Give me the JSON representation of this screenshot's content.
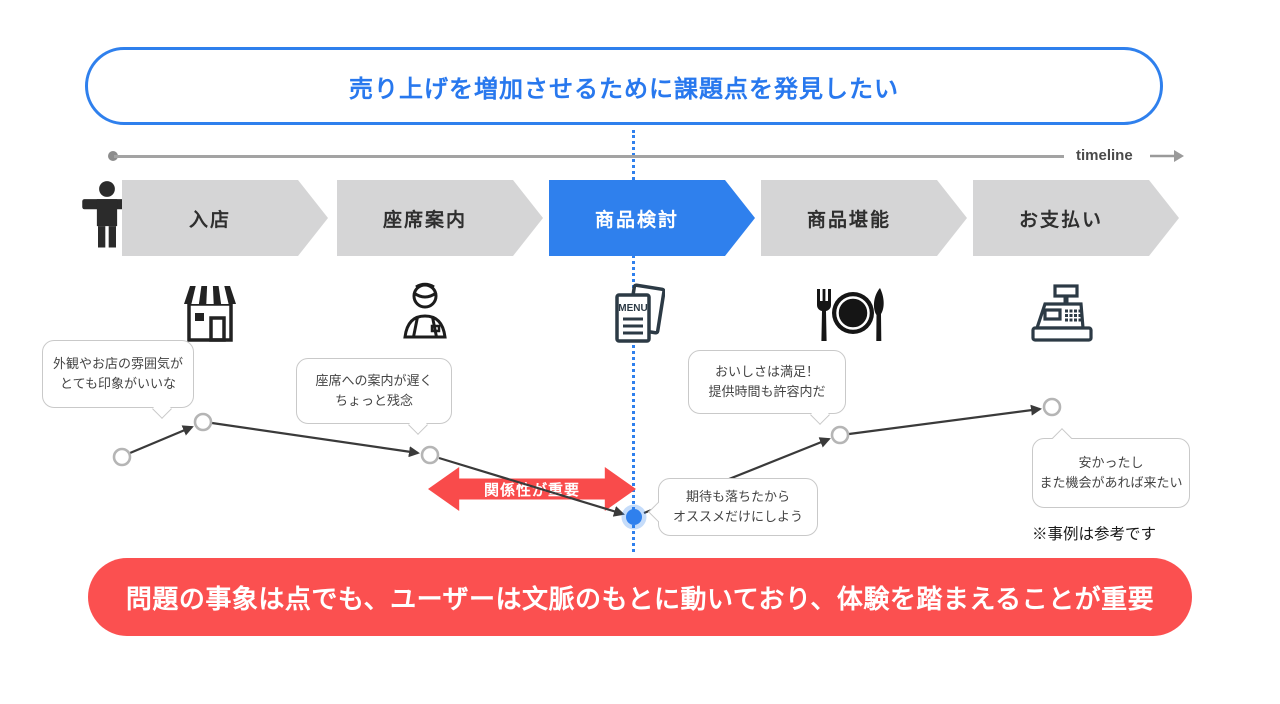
{
  "goal_banner": {
    "text": "売り上げを増加させるために課題点を発見したい",
    "accent_color": "#2f80ed"
  },
  "timeline": {
    "label": "timeline",
    "arrow_icon": "arrow-right-icon"
  },
  "persona_icon": "person-icon",
  "stages": [
    {
      "label": "入店",
      "icon": "storefront-icon",
      "active": false
    },
    {
      "label": "座席案内",
      "icon": "waiter-icon",
      "active": false
    },
    {
      "label": "商品検討",
      "icon": "menu-icon",
      "active": true
    },
    {
      "label": "商品堪能",
      "icon": "restaurant-icon",
      "active": false
    },
    {
      "label": "お支払い",
      "icon": "cash-register-icon",
      "active": false
    }
  ],
  "journey": {
    "comments": [
      {
        "stage": "入店",
        "text": "外観やお店の雰囲気が\nとても印象がいいな"
      },
      {
        "stage": "座席案内",
        "text": "座席への案内が遅く\nちょっと残念"
      },
      {
        "stage": "商品堪能",
        "text": "おいしさは満足！\n提供時間も許容内だ"
      },
      {
        "stage": "商品検討",
        "text": "期待も落ちたから\nオススメだけにしよう"
      },
      {
        "stage": "お支払い",
        "text": "安かったし\nまた機会があれば来たい"
      }
    ],
    "highlighted_stage": "商品検討",
    "node_color": "#ffffff",
    "highlight_node_color": "#2f80ed"
  },
  "relationship_arrow": {
    "label": "関係性が重要",
    "color": "#f94b4b"
  },
  "note": {
    "text": "※事例は参考です"
  },
  "conclusion_banner": {
    "text": "問題の事象は点でも、ユーザーは文脈のもとに動いており、体験を踏まえることが重要",
    "color": "#fb5050"
  },
  "colors": {
    "accent_blue": "#2f80ed",
    "chevron_gray": "#d5d5d6",
    "banner_red": "#fb5050",
    "arrow_red": "#f94b4b"
  }
}
